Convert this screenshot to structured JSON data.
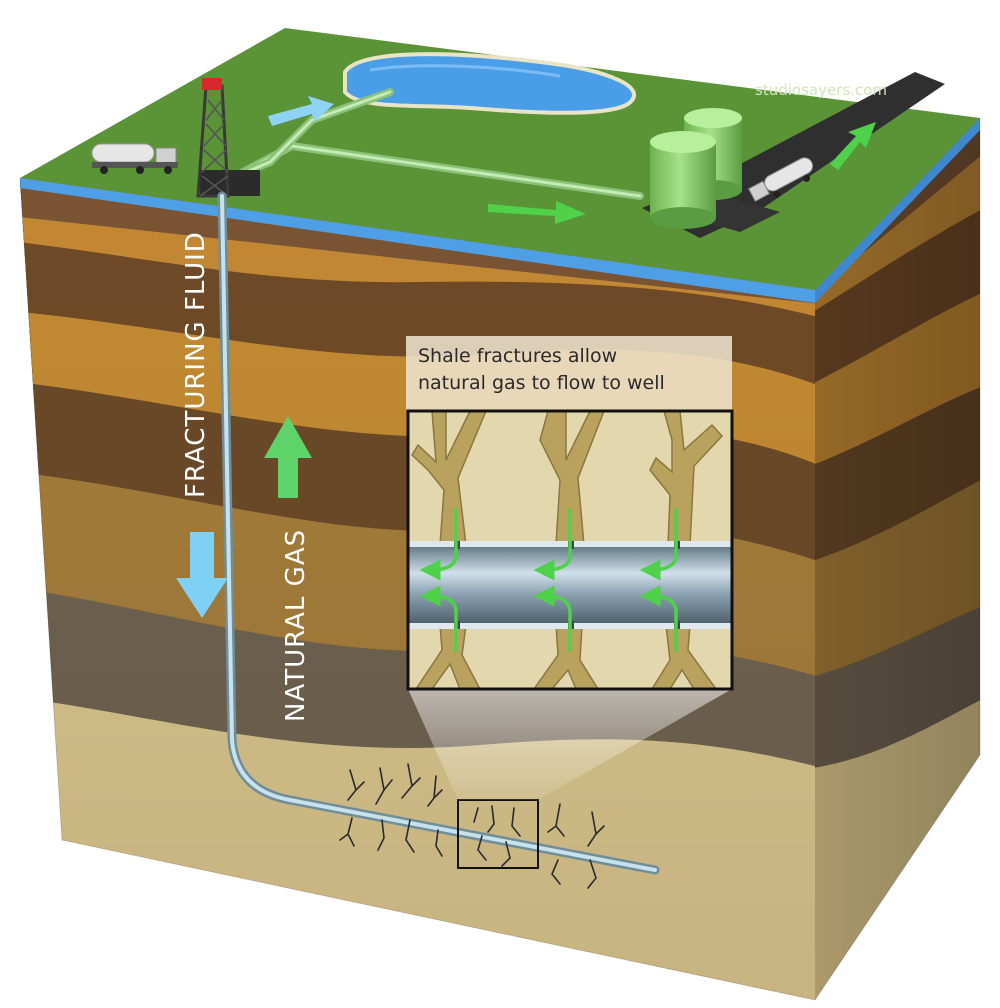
{
  "watermark": "studiosayers.com",
  "labels": {
    "fracturing_fluid": "FRACTURING FLUID",
    "natural_gas": "NATURAL GAS"
  },
  "callout": {
    "line1": "Shale fractures allow",
    "line2": "natural gas to flow to well"
  },
  "colors": {
    "grass": "#5f9a3a",
    "water_table": "#4f9fe6",
    "pond": "#4a9ee8",
    "pipe_surface": "#a9dba0",
    "tanks": "#8fd46e",
    "fluid_arrow": "#7fd0f5",
    "gas_arrow": "#5ed36a",
    "well_pipe": "#b7d6e2",
    "derrick_cap": "#d8282e",
    "shale": "#d9cb9a"
  },
  "icons": [
    "drilling-rig-icon",
    "tanker-truck-icon",
    "storage-tank-icon"
  ]
}
